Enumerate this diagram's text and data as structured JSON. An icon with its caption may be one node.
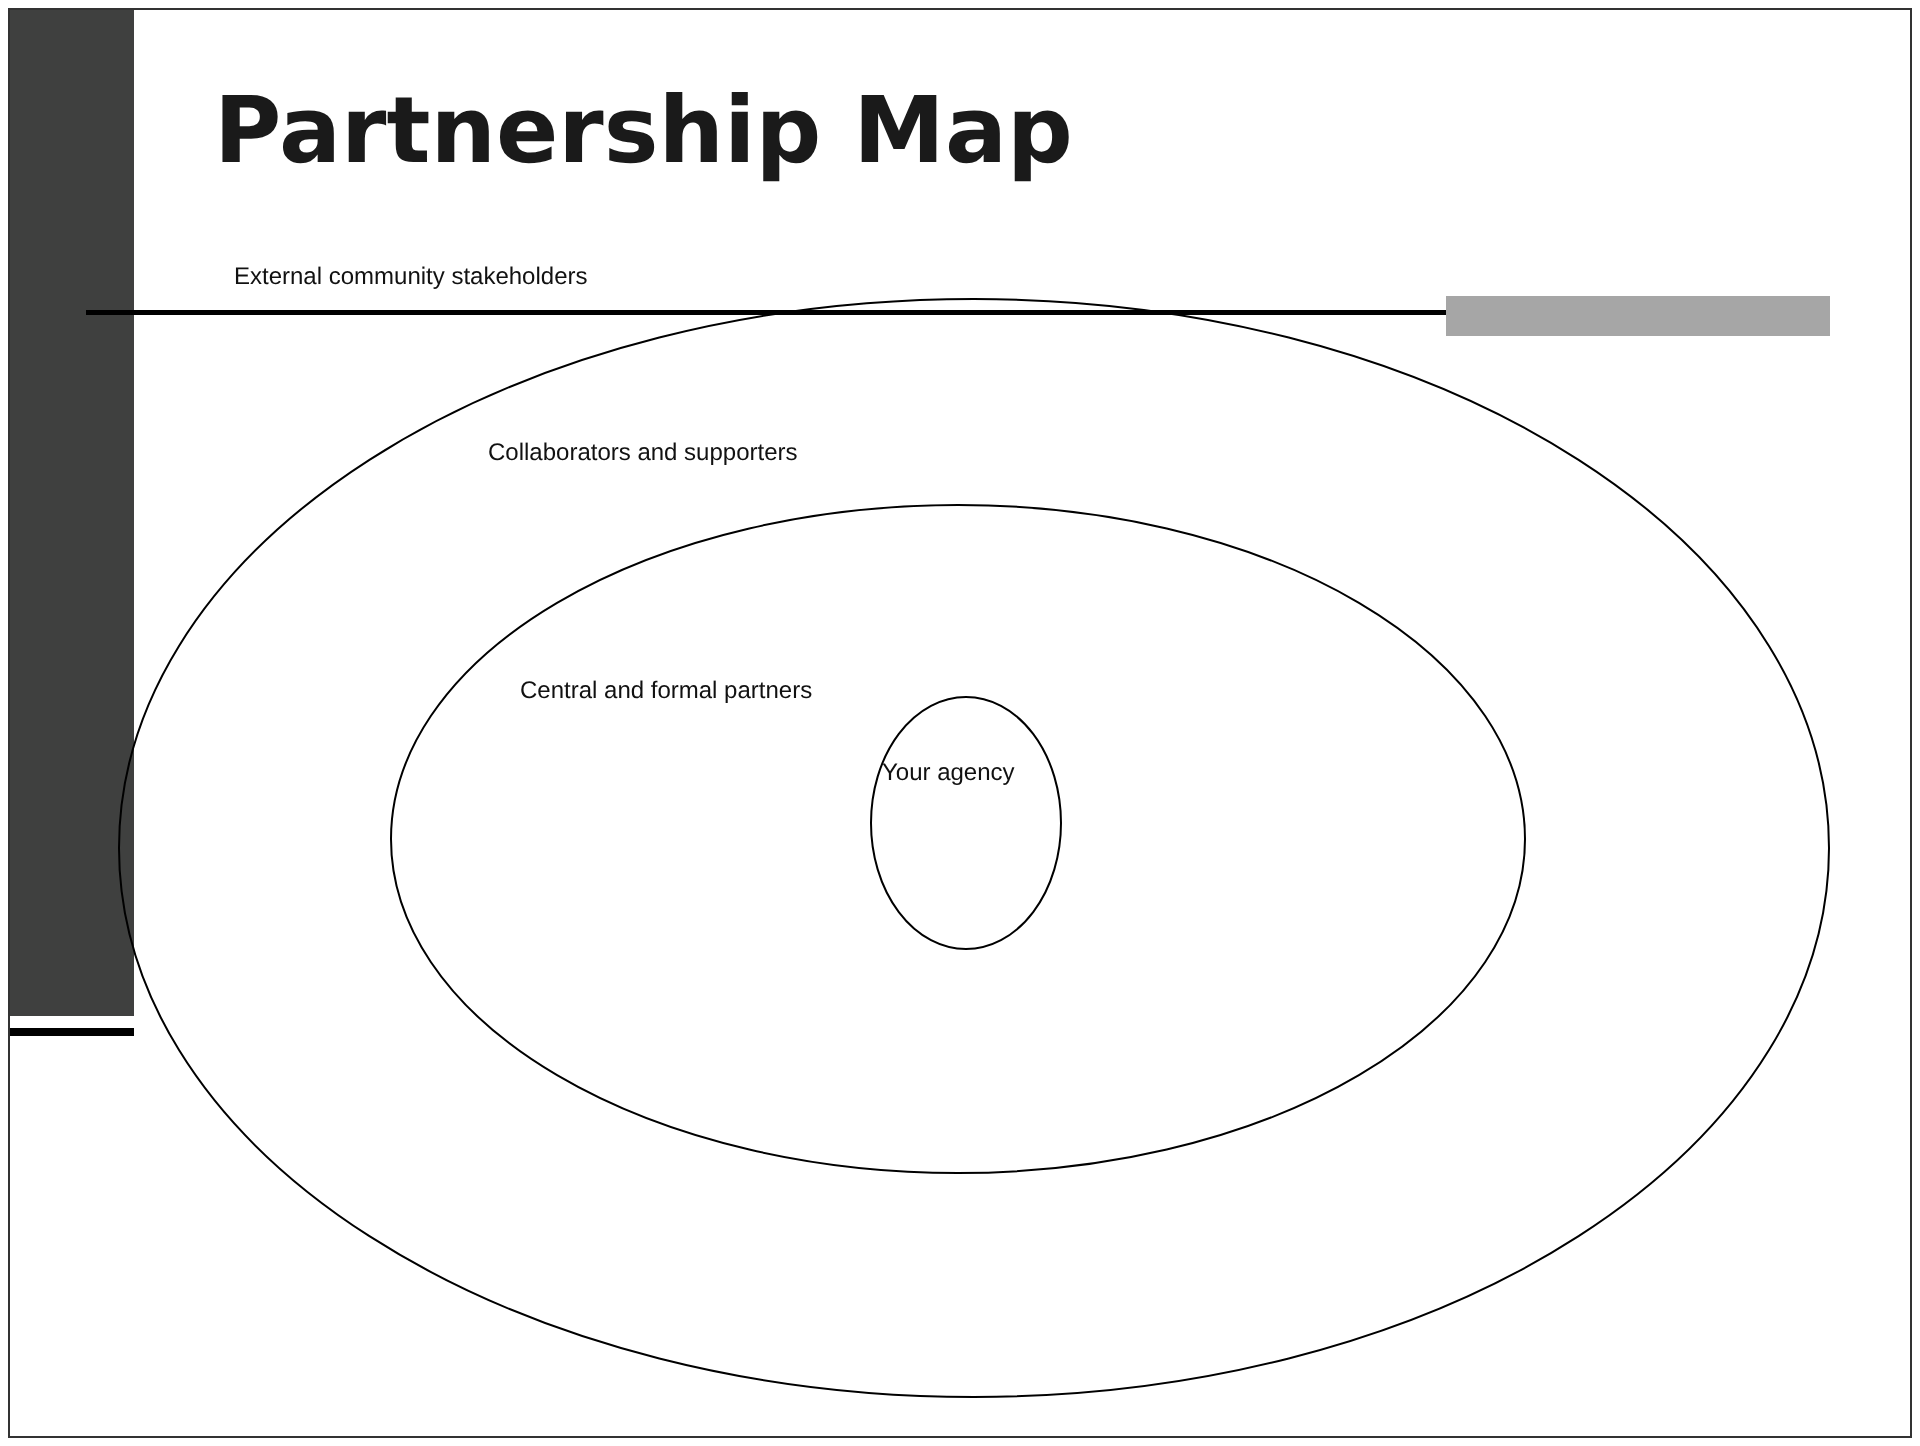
{
  "diagram": {
    "title": "Partnership Map",
    "nodes": [
      {
        "text": [
          "Collaborators and supporters"
        ]
      },
      {
        "text": [
          "Central and formal partners"
        ],
        "in": 0
      },
      {
        "text": [
          "Your agency"
        ],
        "in": 1
      }
    ],
    "labels": [
      "External community stakeholders"
    ]
  }
}
